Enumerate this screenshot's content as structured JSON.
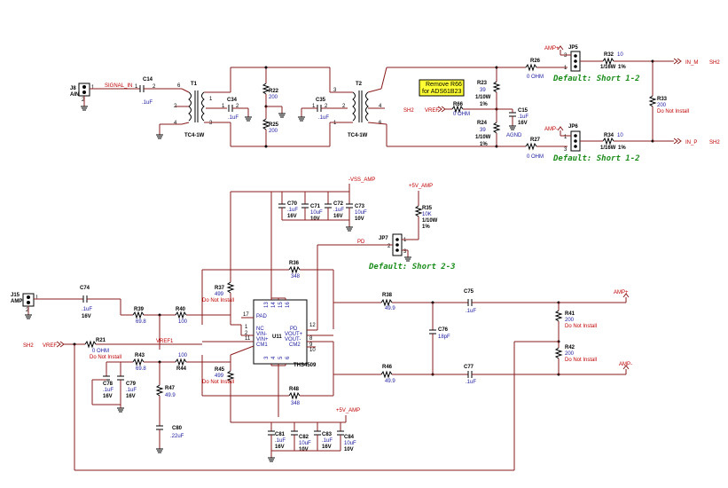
{
  "connectors": {
    "j8": {
      "ref": "J8",
      "name": "AIN",
      "pin1": "1",
      "pin2": "2"
    },
    "j15": {
      "ref": "J15",
      "name": "AMP",
      "pin1": "1",
      "pin2": "2"
    }
  },
  "nets": {
    "signal_in": "SIGNAL_IN",
    "sh2_a": "SH2",
    "sh2_b": "SH2",
    "sh2_c": "SH2",
    "sh2_d": "SH2",
    "vref_a": "VREF",
    "vref_b": "VREF",
    "vref1": "VREF1",
    "in_m": "IN_M",
    "in_p": "IN_P",
    "amp_plus": "AMP+",
    "amp_minus": "AMP-",
    "amp_plus_out": "AMP+",
    "amp_minus_out": "AMP-",
    "vss_amp": "-VSS_AMP",
    "v5_amp_a": "+5V_AMP",
    "v5_amp_b": "+5V_AMP",
    "pd": "PD",
    "agnd": "AGND"
  },
  "transformers": {
    "t1": {
      "ref": "T1",
      "part": "TC4-1W",
      "p6": "6",
      "p1": "1",
      "p4": "4",
      "p3": "3",
      "p2": "2"
    },
    "t2": {
      "ref": "T2",
      "part": "TC4-1W",
      "p3": "3",
      "p1": "1",
      "p2": "2",
      "p4": "4",
      "p6": "6"
    }
  },
  "capacitors": {
    "c14": {
      "ref": "C14",
      "value": ".1uF",
      "p1": "1",
      "p2": "2"
    },
    "c34": {
      "ref": "C34",
      "value": ".1uF",
      "p1": "1",
      "p2": "2"
    },
    "c35": {
      "ref": "C35",
      "value": ".1uF",
      "p1": "1",
      "p2": "2"
    },
    "c15": {
      "ref": "C15",
      "value": ".1uF",
      "v": "16V"
    },
    "c70": {
      "ref": "C70",
      "value": ".1uF",
      "v": "16V"
    },
    "c71": {
      "ref": "C71",
      "value": "10uF",
      "v": "10V"
    },
    "c72": {
      "ref": "C72",
      "value": ".1uF",
      "v": "16V"
    },
    "c73": {
      "ref": "C73",
      "value": "10uF",
      "v": "10V"
    },
    "c74": {
      "ref": "C74",
      "value": ".1uF",
      "v": "16V"
    },
    "c75": {
      "ref": "C75",
      "value": ".1uF"
    },
    "c76": {
      "ref": "C76",
      "value": "18pF"
    },
    "c77": {
      "ref": "C77",
      "value": ".1uF"
    },
    "c78": {
      "ref": "C78",
      "value": ".1uF",
      "v": "16V"
    },
    "c79": {
      "ref": "C79",
      "value": ".1uF",
      "v": "16V"
    },
    "c80": {
      "ref": "C80",
      "value": ".22uF"
    },
    "c81": {
      "ref": "C81",
      "value": ".1uF",
      "v": "16V"
    },
    "c82": {
      "ref": "C82",
      "value": "10uF",
      "v": "10V"
    },
    "c83": {
      "ref": "C83",
      "value": ".1uF",
      "v": "16V"
    },
    "c84": {
      "ref": "C84",
      "value": "10uF",
      "v": "10V"
    }
  },
  "resistors": {
    "r22": {
      "ref": "R22",
      "value": "200"
    },
    "r25": {
      "ref": "R25",
      "value": "200"
    },
    "r23": {
      "ref": "R23",
      "value": "39",
      "power": "1/10W",
      "tol": "1%"
    },
    "r24": {
      "ref": "R24",
      "value": "39",
      "power": "1/10W",
      "tol": "1%"
    },
    "r26": {
      "ref": "R26",
      "value": "0 OHM"
    },
    "r27": {
      "ref": "R27",
      "value": "0 OHM"
    },
    "r32": {
      "ref": "R32",
      "value": "10",
      "power": "1/16W",
      "tol": "1%"
    },
    "r34": {
      "ref": "R34",
      "value": "10",
      "power": "1/16W",
      "tol": "1%"
    },
    "r33": {
      "ref": "R33",
      "value": "200",
      "note": "Do Not Install"
    },
    "r66": {
      "ref": "R66",
      "value": "0 OHM"
    },
    "r35": {
      "ref": "R35",
      "value": "10K",
      "power": "1/10W",
      "tol": "1%"
    },
    "r36": {
      "ref": "R36",
      "value": "348"
    },
    "r37": {
      "ref": "R37",
      "value": "499",
      "note": "Do Not Install"
    },
    "r38": {
      "ref": "R38",
      "value": "49.9"
    },
    "r39": {
      "ref": "R39",
      "value": "69.8"
    },
    "r40": {
      "ref": "R40",
      "value": "100"
    },
    "r21": {
      "ref": "R21",
      "value": "0 OHM",
      "note": "Do Not Install"
    },
    "r41": {
      "ref": "R41",
      "value": "200",
      "note": "Do Not Install"
    },
    "r42": {
      "ref": "R42",
      "value": "200",
      "note": "Do Not Install"
    },
    "r43": {
      "ref": "R43",
      "value": "69.8"
    },
    "r44": {
      "ref": "R44",
      "value": "100"
    },
    "r45": {
      "ref": "R45",
      "value": "499",
      "note": "Do Not Install"
    },
    "r46": {
      "ref": "R46",
      "value": "49.9"
    },
    "r47": {
      "ref": "R47",
      "value": "49.9"
    },
    "r48": {
      "ref": "R48",
      "value": "348"
    }
  },
  "jumpers": {
    "jp5": {
      "ref": "JP5",
      "default": "Default: Short 1-2",
      "p1": "1",
      "p3": "3"
    },
    "jp6": {
      "ref": "JP6",
      "default": "Default: Short 1-2",
      "p1": "1",
      "p3": "3"
    },
    "jp7": {
      "ref": "JP7",
      "default": "Default: Short 2-3",
      "p1": "1",
      "p2": "2",
      "p3": "3"
    }
  },
  "note_box": {
    "line1": "Remove R66",
    "line2": "for ADS61B23"
  },
  "amp": {
    "ref": "U11",
    "part": "THS4509",
    "pins": {
      "pad": "PAD",
      "nc": "NC",
      "vin_minus": "VIN-",
      "vin_plus": "VIN+",
      "cm1": "CM1",
      "pd": "PD",
      "vout_plus": "VOUT+",
      "vout_minus": "VOUT-",
      "cm2": "CM2",
      "n17": "17",
      "n1": "1",
      "n2": "2",
      "n11": "11",
      "n12": "12",
      "n8": "8",
      "n9": "9",
      "n10": "10",
      "top1": "13",
      "top2": "14",
      "top3": "15",
      "top4": "16",
      "bot1": "3",
      "bot2": "4",
      "bot3": "5",
      "bot4": "6"
    }
  }
}
